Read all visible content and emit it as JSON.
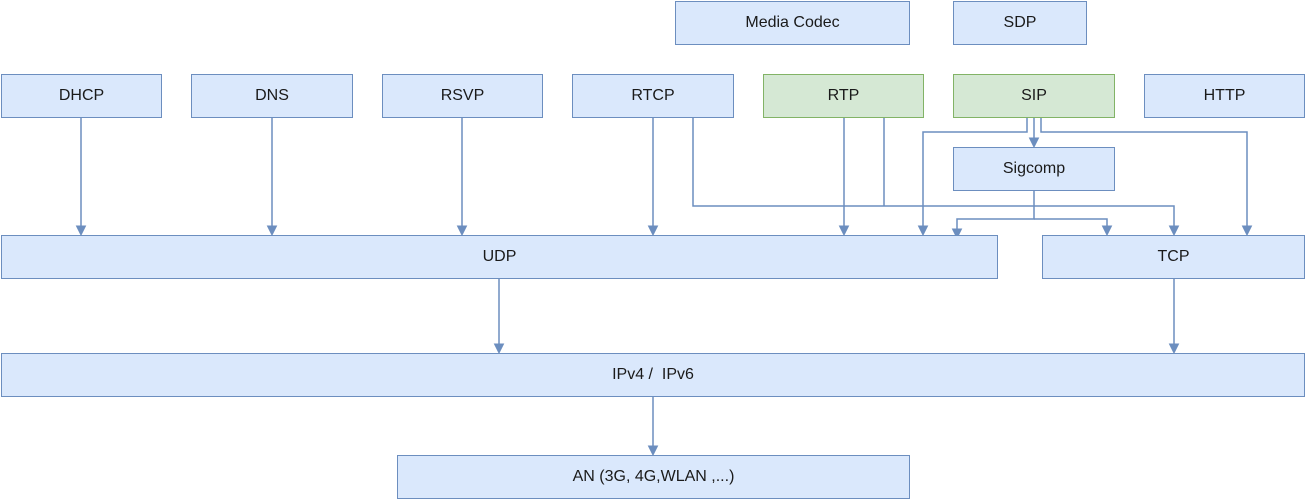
{
  "diagram": {
    "boxes": {
      "media_codec": "Media Codec",
      "sdp": "SDP",
      "dhcp": "DHCP",
      "dns": "DNS",
      "rsvp": "RSVP",
      "rtcp": "RTCP",
      "rtp": "RTP",
      "sip": "SIP",
      "http": "HTTP",
      "sigcomp": "Sigcomp",
      "udp": "UDP",
      "tcp": "TCP",
      "ip": "IPv4 /  IPv6",
      "an": "AN (3G, 4G,WLAN ,...)"
    },
    "colors": {
      "box_fill": "#dae8fc",
      "box_border": "#6c8ebf",
      "highlight_fill": "#d5e8d4",
      "highlight_border": "#82b366",
      "connector": "#6c8ebf"
    }
  }
}
